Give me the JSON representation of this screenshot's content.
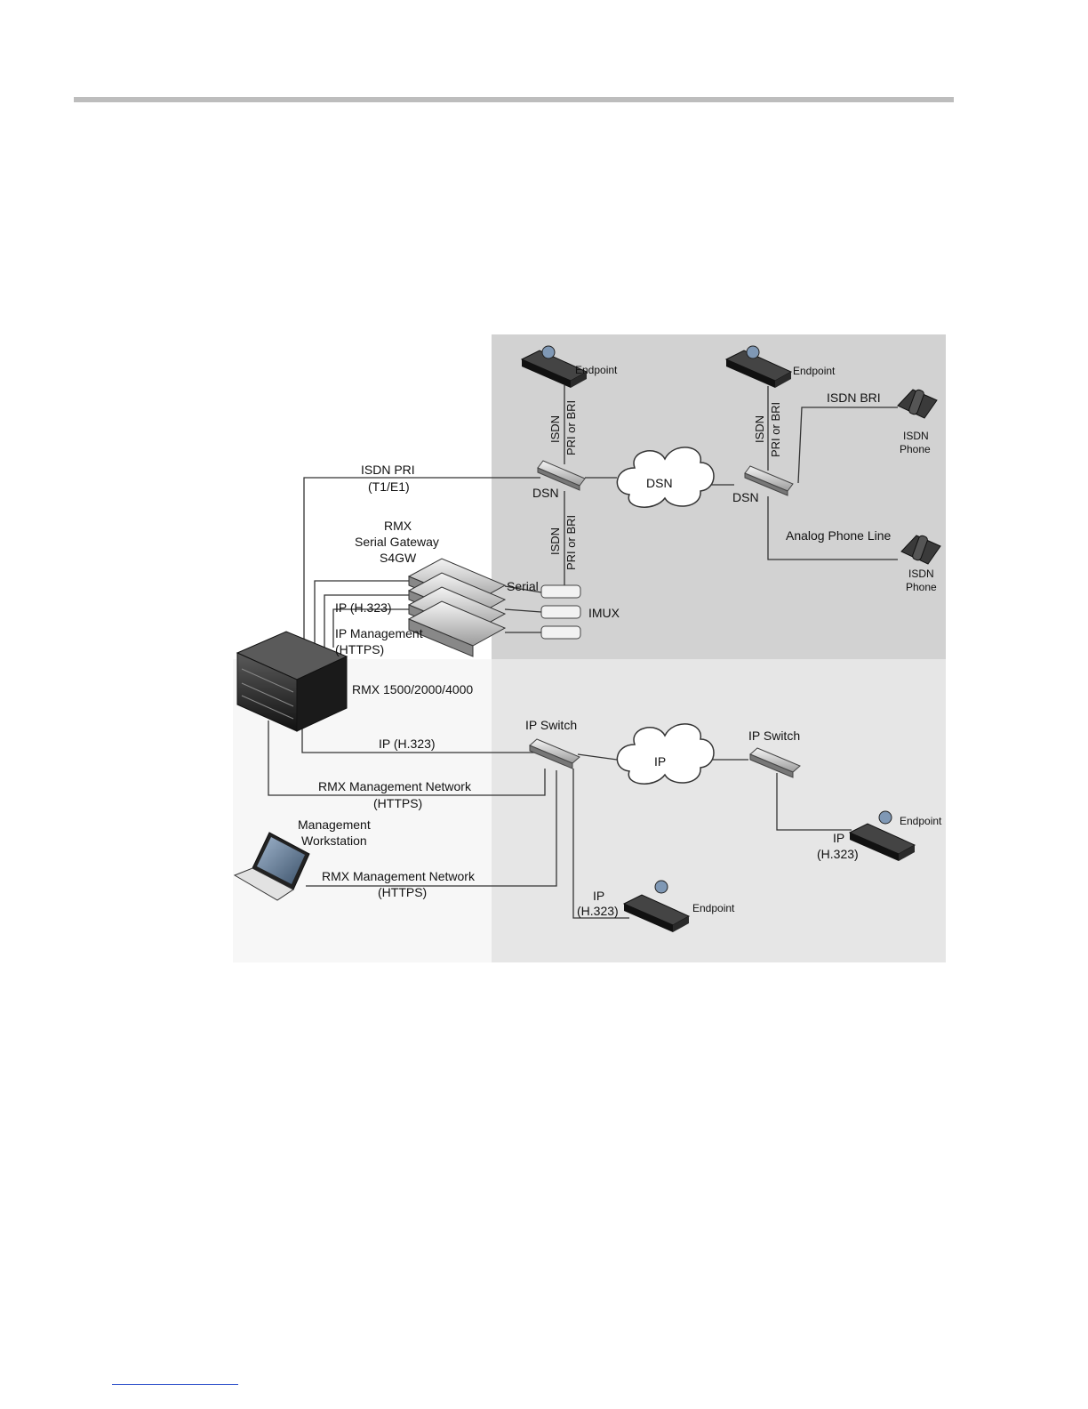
{
  "labels": {
    "endpoint_top_left": "Endpoint",
    "endpoint_top_right": "Endpoint",
    "endpoint_lower_right": "Endpoint",
    "endpoint_bottom": "Endpoint",
    "isdn_vert_1": "ISDN",
    "pri_bri_1": "PRI or BRI",
    "isdn_vert_2": "ISDN",
    "pri_bri_2": "PRI or BRI",
    "isdn_vert_3": "ISDN",
    "pri_bri_3": "PRI or BRI",
    "isdn_bri": "ISDN BRI",
    "isdn_phone_1_a": "ISDN",
    "isdn_phone_1_b": "Phone",
    "isdn_phone_2_a": "ISDN",
    "isdn_phone_2_b": "Phone",
    "isdn_pri": "ISDN PRI",
    "t1e1": "(T1/E1)",
    "dsn_switch_left": "DSN",
    "dsn_cloud": "DSN",
    "dsn_switch_right": "DSN",
    "analog_phone_line": "Analog Phone Line",
    "rmx": "RMX",
    "serial_gateway": "Serial Gateway",
    "s4gw": "S4GW",
    "serial": "Serial",
    "imux": "IMUX",
    "ip_h323_gw": "IP (H.323)",
    "ip_management": "IP Management",
    "https_gw": "(HTTPS)",
    "rmx_model": "RMX 1500/2000/4000",
    "ip_switch_left": "IP Switch",
    "ip_switch_right": "IP Switch",
    "ip_cloud": "IP",
    "ip_h323_main": "IP (H.323)",
    "rmx_mgmt_net_1": "RMX Management Network",
    "https_1": "(HTTPS)",
    "mgmt_ws_1": "Management",
    "mgmt_ws_2": "Workstation",
    "rmx_mgmt_net_2": "RMX Management Network",
    "https_2": "(HTTPS)",
    "ip_ep_right_a": "IP",
    "ip_ep_right_b": "(H.323)",
    "ip_ep_bottom_a": "IP",
    "ip_ep_bottom_b": "(H.323)"
  },
  "colors": {
    "zone_isdn": "#d2d2d2",
    "zone_ip": "#e6e6e6",
    "line": "#333333"
  }
}
